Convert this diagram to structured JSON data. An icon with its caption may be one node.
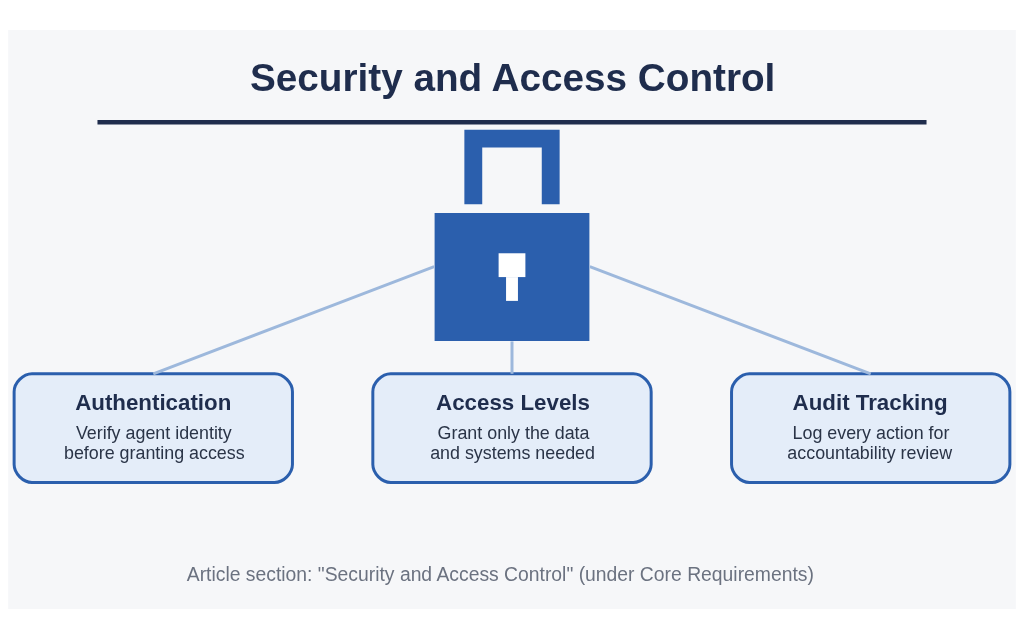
{
  "diagram": {
    "title": "Security and Access Control",
    "caption": "Article section: \"Security and Access Control\" (under Core Requirements)",
    "nodes": [
      {
        "text": [],
        "shape": "picture"
      },
      {
        "text": [
          "Authentication",
          "Verify agent identity before granting access"
        ]
      },
      {
        "text": [
          "Access Levels",
          "Grant only the data and systems needed"
        ]
      },
      {
        "text": [
          "Audit Tracking",
          "Log every action for accountability review"
        ]
      }
    ],
    "edges": [
      {
        "from": 0,
        "to": 1,
        "arrow": "none"
      },
      {
        "from": 0,
        "to": 2,
        "arrow": "none"
      },
      {
        "from": 0,
        "to": 3,
        "arrow": "none"
      }
    ]
  }
}
